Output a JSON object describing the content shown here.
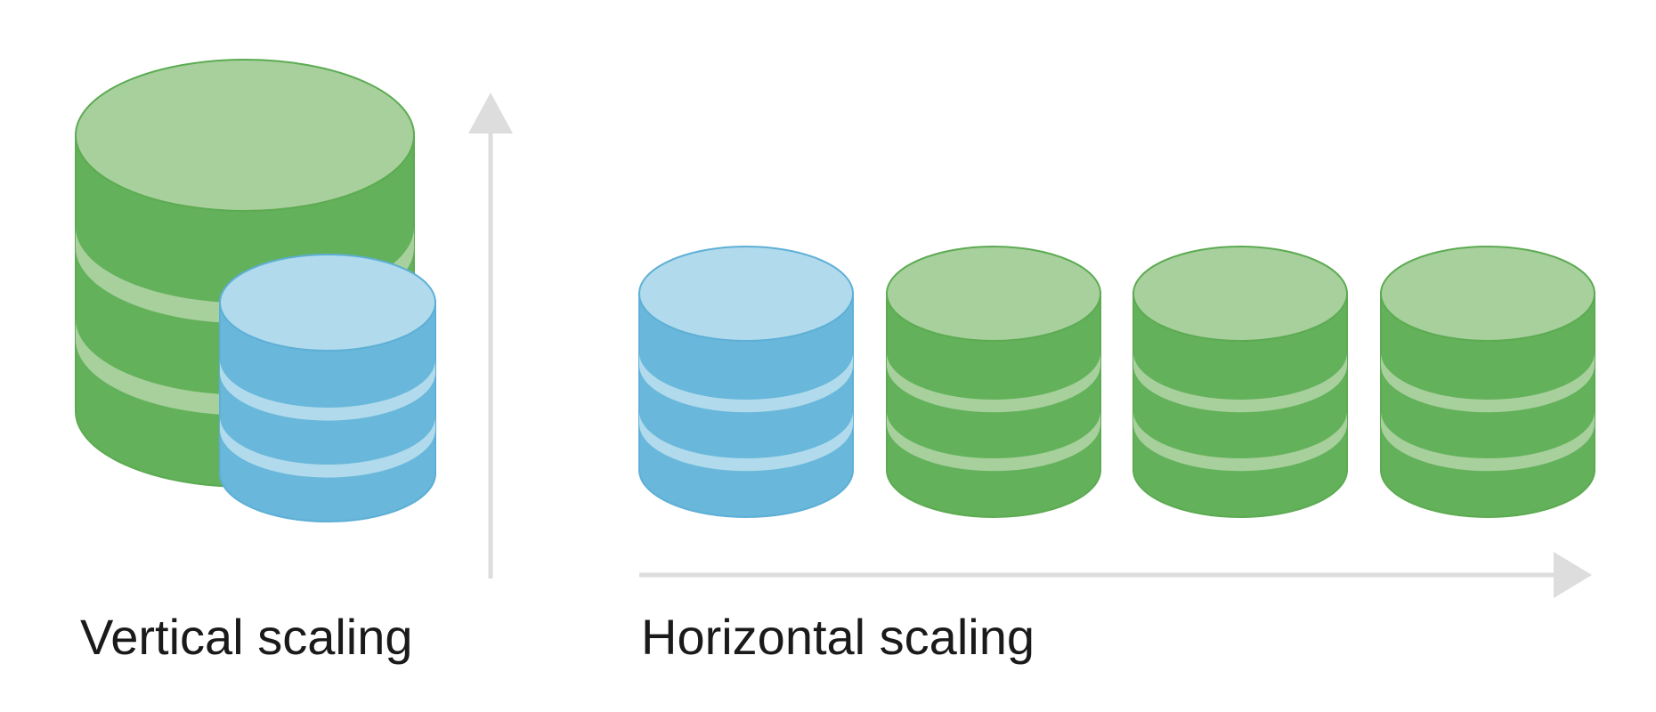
{
  "labels": {
    "vertical": "Vertical scaling",
    "horizontal": "Horizontal scaling"
  },
  "colors": {
    "green_body": "#63b15a",
    "green_light": "#a7d09d",
    "green_stroke": "#5cab52",
    "blue_body": "#69b7da",
    "blue_light": "#b1dbec",
    "blue_stroke": "#5eafd6",
    "arrow": "#dddddd"
  },
  "icons": {
    "vertical_arrow": "arrow-up-icon",
    "horizontal_arrow": "arrow-right-icon",
    "database": "database-icon"
  },
  "vertical_group": {
    "databases": [
      {
        "name": "large-database-green",
        "color": "green",
        "size": "large"
      },
      {
        "name": "small-database-blue",
        "color": "blue",
        "size": "small"
      }
    ]
  },
  "horizontal_group": {
    "databases": [
      {
        "name": "database-blue",
        "color": "blue"
      },
      {
        "name": "database-green",
        "color": "green"
      },
      {
        "name": "database-green",
        "color": "green"
      },
      {
        "name": "database-green",
        "color": "green"
      }
    ]
  }
}
